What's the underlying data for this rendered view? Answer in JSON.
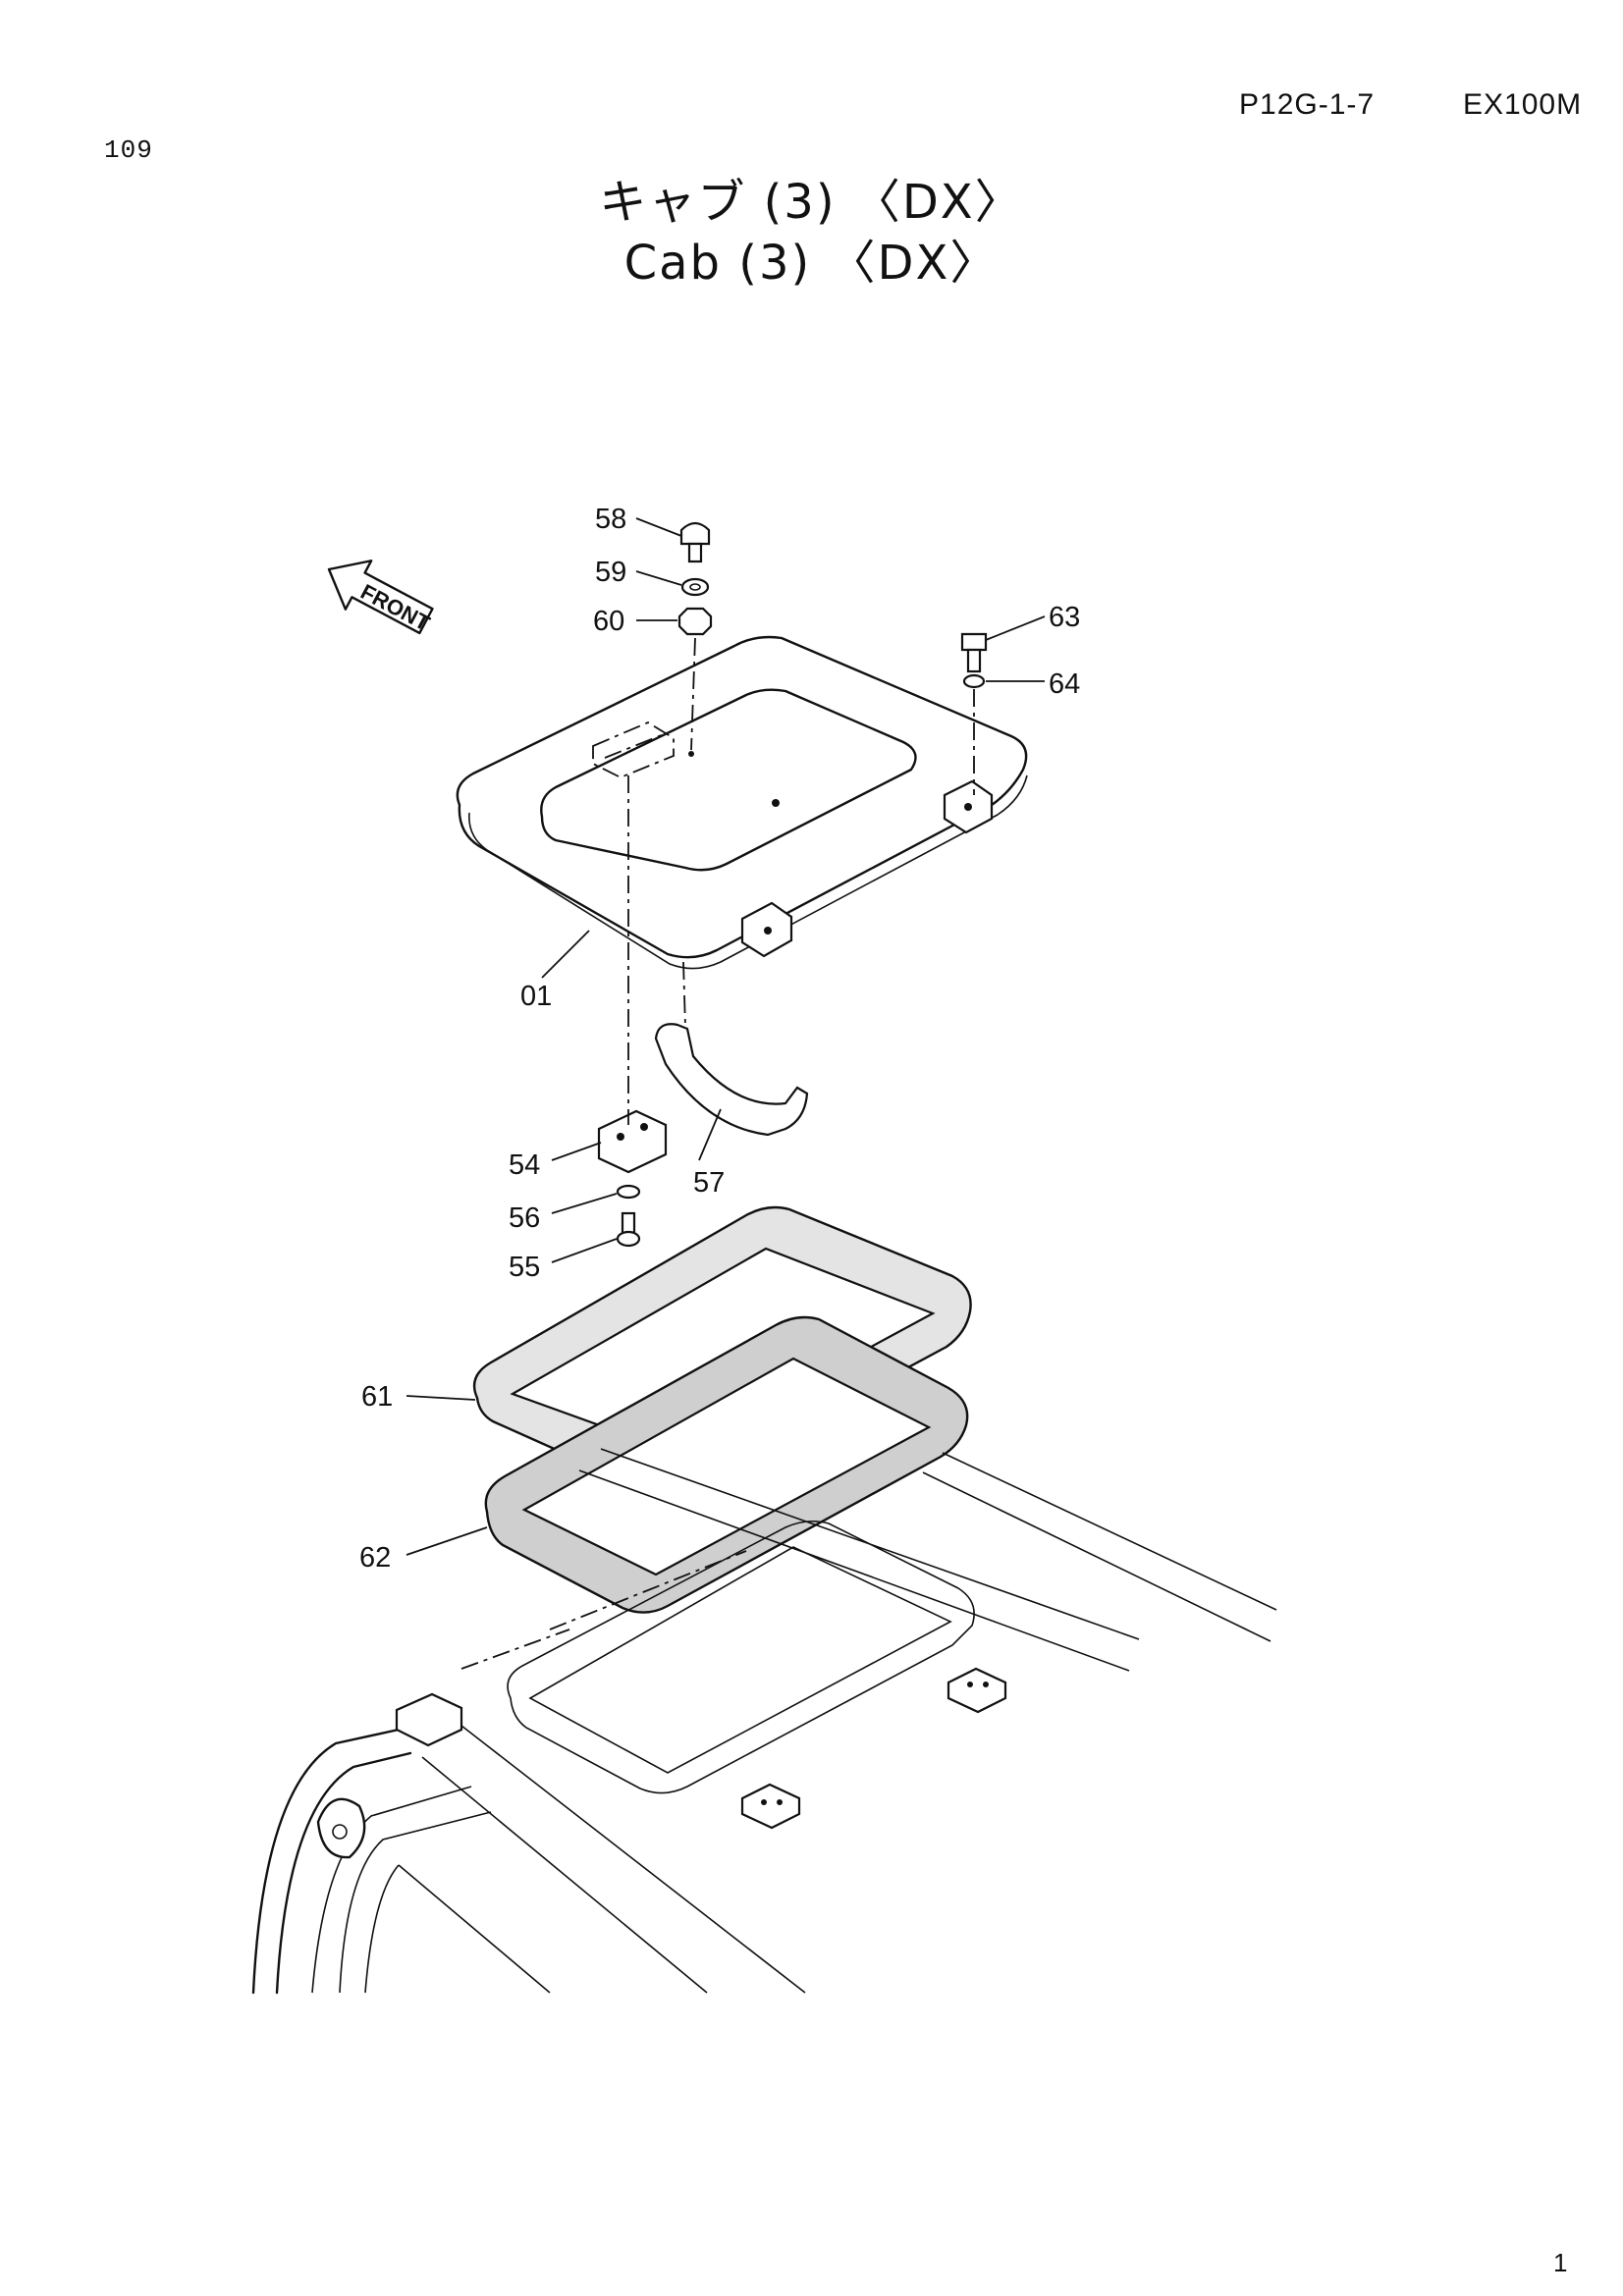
{
  "header": {
    "page_number": "109",
    "diagram_code": "P12G-1-7",
    "model": "EX100M"
  },
  "title": {
    "japanese": "キャブ (3) 〈DX〉",
    "english": "Cab (3) 〈DX〉"
  },
  "front_arrow_label": "FRONT",
  "callouts": {
    "c58": "58",
    "c59": "59",
    "c60": "60",
    "c63": "63",
    "c64": "64",
    "c01": "01",
    "c54": "54",
    "c56": "56",
    "c55": "55",
    "c57": "57",
    "c61": "61",
    "c62": "62"
  },
  "footer": {
    "page_fragment": "1"
  }
}
